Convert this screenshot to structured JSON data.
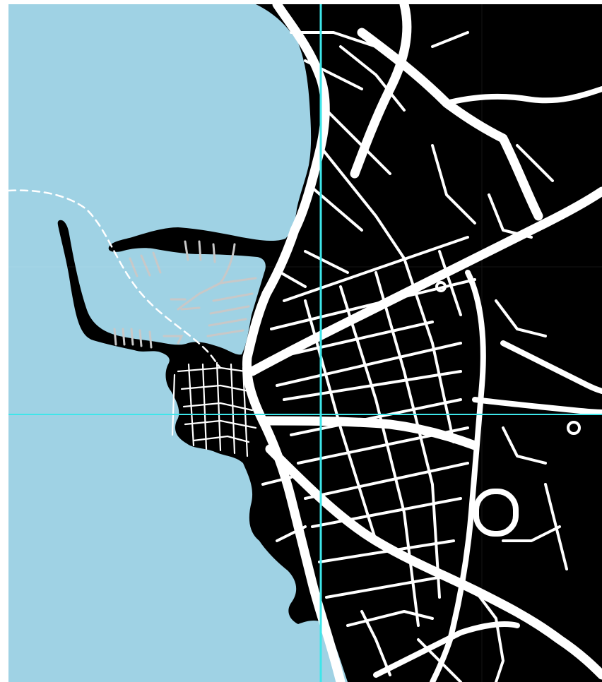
{
  "map": {
    "colors": {
      "sea": "#9fd2e4",
      "land": "#000000",
      "road": "#ffffff",
      "pier": "#c8c8c8",
      "ferry_route": "#ffffff",
      "crosshair": "#3ee6ea"
    },
    "layers": [
      "sea",
      "land",
      "roads",
      "harbor-piers",
      "ferry-route",
      "crosshair"
    ],
    "crosshair": {
      "visible": true,
      "style": "solid"
    },
    "ferry_route": {
      "style": "dashed"
    },
    "features": [
      "harbor-breakwater",
      "marina-piers",
      "old-town-peninsula",
      "street-grid",
      "ring-road"
    ]
  }
}
